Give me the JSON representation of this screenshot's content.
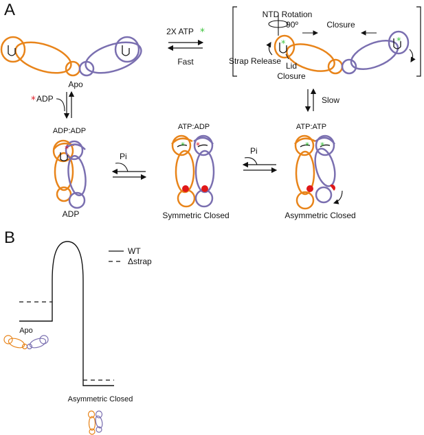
{
  "panels": {
    "a": "A",
    "b": "B"
  },
  "panel_a": {
    "apo_label": "Apo",
    "arrow_2x_atp": "2X ATP",
    "arrow_fast": "Fast",
    "ntd_rotation": "NTD Rotation",
    "rotation_angle": "90º",
    "closure": "Closure",
    "strap_release": "Strap Release",
    "lid_closure_line1": "Lid",
    "lid_closure_line2": "Closure",
    "slow": "Slow",
    "adp_arrow": "ADP",
    "adp_adp": "ADP:ADP",
    "adp_state": "ADP",
    "pi_1": "Pi",
    "atp_adp": "ATP:ADP",
    "symmetric_closed": "Symmetric Closed",
    "pi_2": "Pi",
    "atp_atp": "ATP:ATP",
    "asymmetric_closed": "Asymmetric Closed"
  },
  "panel_b": {
    "legend_wt": "WT",
    "legend_dstrap": "Δstrap",
    "apo_label": "Apo",
    "asym_label": "Asymmetric Closed"
  },
  "colors": {
    "protomer_a": "#e8841a",
    "protomer_b": "#7a6fb0",
    "atp_star": "#3ec43e",
    "adp_star": "#e0202a",
    "closed_dot": "#e01818"
  }
}
